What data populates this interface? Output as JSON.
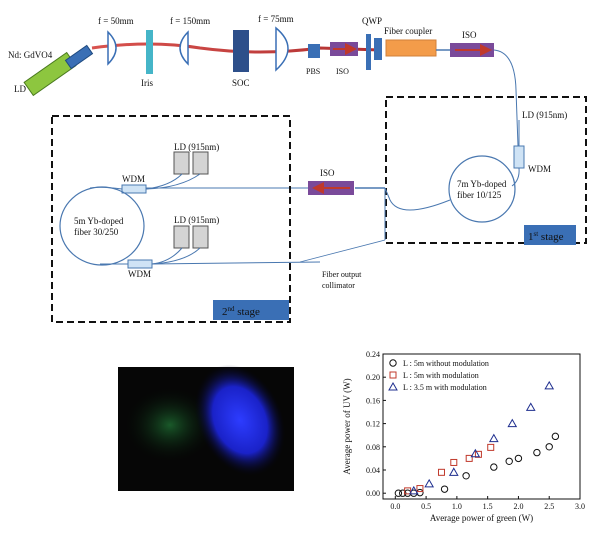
{
  "diagram": {
    "labels": {
      "laser_crystal": "Nd: GdVO4",
      "pump_ld": "LD",
      "lens1": "f = 50mm",
      "lens2": "f = 150mm",
      "lens3": "f = 75mm",
      "iris": "Iris",
      "soc": "SOC",
      "pbs": "PBS",
      "iso_top": "ISO",
      "qwp": "QWP",
      "fiber_coupler": "Fiber coupler",
      "iso_top_right": "ISO",
      "ld_915_right": "LD (915nm)",
      "wdm_right": "WDM",
      "fiber_1st": "7m Yb-doped",
      "fiber_1st_b": "fiber 10/125",
      "stage1": "1",
      "stage1_sup": "st",
      "stage1_rest": " stage",
      "iso_middle": "ISO",
      "ld_915_a": "LD (915nm)",
      "ld_915_b": "LD (915nm)",
      "wdm_a": "WDM",
      "wdm_b": "WDM",
      "fiber_2nd": "5m Yb-doped",
      "fiber_2nd_b": "fiber 30/250",
      "output_1": "Fiber output",
      "output_2": "collimator",
      "stage2": "2",
      "stage2_sup": "nd",
      "stage2_rest": " stage"
    }
  },
  "chart_data": {
    "type": "scatter",
    "xlabel": "Average power of green (W)",
    "ylabel": "Average power of UV (W)",
    "xlim": [
      -0.2,
      3.0
    ],
    "ylim": [
      -0.01,
      0.24
    ],
    "xticks": [
      "0.0",
      "0.5",
      "1.0",
      "1.5",
      "2.0",
      "2.5",
      "3.0"
    ],
    "xtick_values": [
      0.0,
      0.5,
      1.0,
      1.5,
      2.0,
      2.5,
      3.0
    ],
    "yticks": [
      "0.00",
      "0.04",
      "0.08",
      "0.12",
      "0.16",
      "0.20",
      "0.24"
    ],
    "ytick_values": [
      0.0,
      0.04,
      0.08,
      0.12,
      0.16,
      0.2,
      0.24
    ],
    "legend_position": "top-left",
    "series": [
      {
        "name": "L : 5m without modulation",
        "marker": "circle",
        "color": "#111111",
        "x": [
          0.05,
          0.12,
          0.2,
          0.3,
          0.4,
          0.8,
          1.15,
          1.6,
          1.85,
          2.0,
          2.3,
          2.5,
          2.6
        ],
        "y": [
          0.0,
          0.0,
          0.0,
          0.0,
          0.001,
          0.007,
          0.03,
          0.045,
          0.055,
          0.06,
          0.07,
          0.08,
          0.098
        ]
      },
      {
        "name": "L : 5m with modulation",
        "marker": "square",
        "color": "#c0392b",
        "x": [
          0.2,
          0.4,
          0.75,
          0.95,
          1.2,
          1.35,
          1.55
        ],
        "y": [
          0.004,
          0.008,
          0.036,
          0.053,
          0.06,
          0.067,
          0.079
        ]
      },
      {
        "name": "L : 3.5 m with modulation",
        "marker": "triangle",
        "color": "#1f2f8f",
        "x": [
          0.3,
          0.55,
          0.95,
          1.3,
          1.6,
          1.9,
          2.2,
          2.5
        ],
        "y": [
          0.004,
          0.016,
          0.036,
          0.068,
          0.094,
          0.12,
          0.148,
          0.185
        ]
      }
    ]
  }
}
